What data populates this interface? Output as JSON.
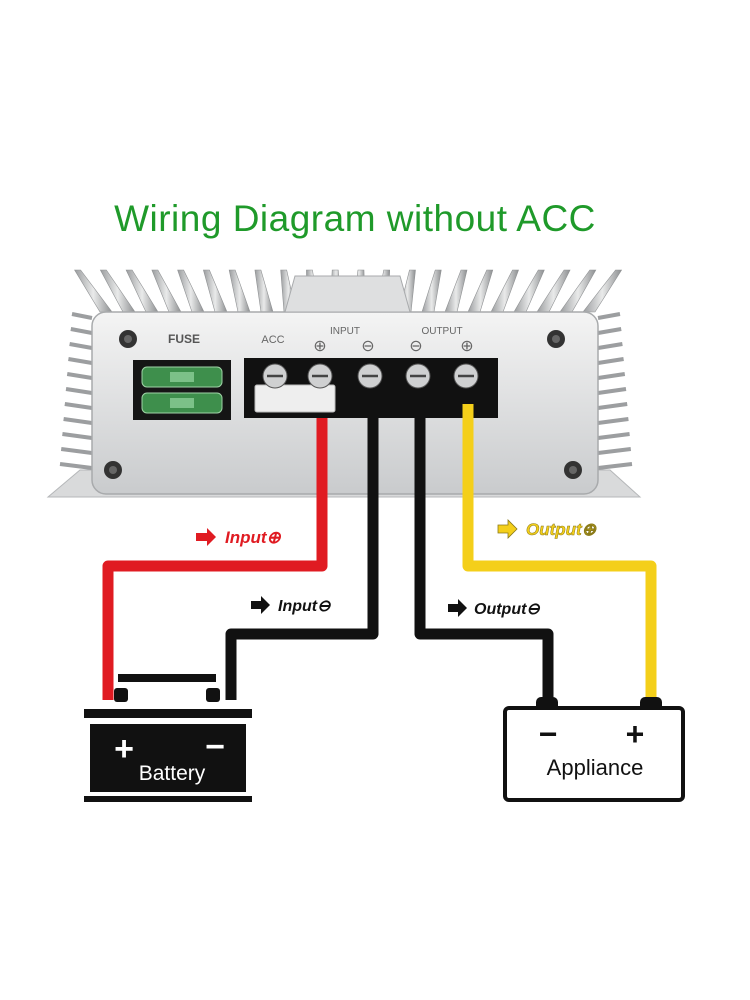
{
  "title": "Wiring Diagram without ACC",
  "device": {
    "panel_labels": {
      "fuse": "FUSE",
      "acc": "ACC",
      "input": "INPUT",
      "output": "OUTPUT"
    },
    "terminal_symbols": [
      "⊕",
      "⊖",
      "⊖",
      "⊕"
    ]
  },
  "wires": {
    "input_positive": {
      "label": "Input⊕",
      "color": "#e01b22"
    },
    "input_negative": {
      "label": "Input⊖",
      "color": "#111111"
    },
    "output_negative": {
      "label": "Output⊖",
      "color": "#111111"
    },
    "output_positive": {
      "label": "Output⊕",
      "color": "#f4cf1a"
    }
  },
  "battery": {
    "label": "Battery",
    "plus": "+",
    "minus": "−"
  },
  "appliance": {
    "label": "Appliance",
    "plus": "+",
    "minus": "−"
  }
}
